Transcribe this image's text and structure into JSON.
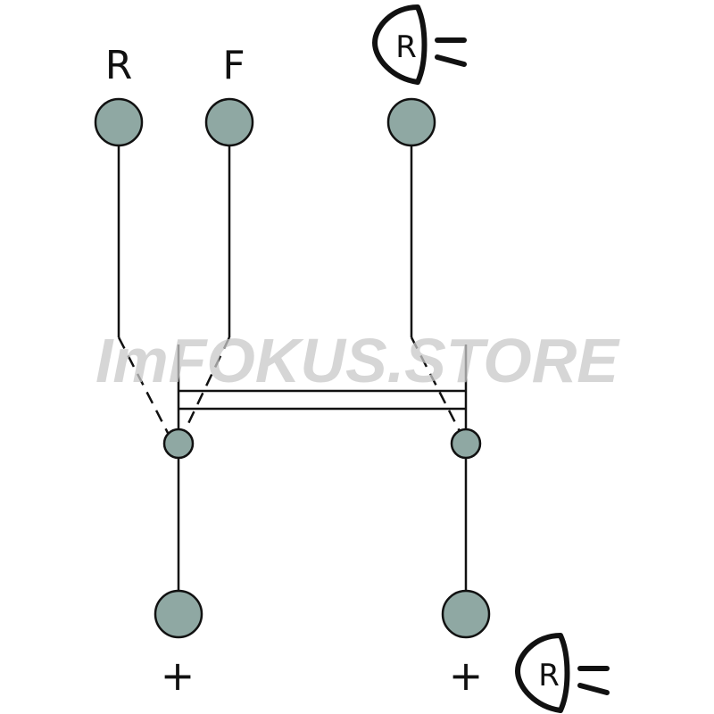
{
  "diagram": {
    "colors": {
      "terminal_fill": "#8fa8a3",
      "line": "#111111",
      "watermark": "#c8c8c8"
    },
    "terminals_top": [
      {
        "label": "R"
      },
      {
        "label": "F"
      },
      {
        "label": "R",
        "icon": "reverse-light-icon"
      }
    ],
    "terminals_bottom": [
      {
        "label": "+"
      },
      {
        "label": "+",
        "icon": "reverse-light-icon"
      }
    ],
    "watermark": "ImFOKUS.STORE"
  }
}
